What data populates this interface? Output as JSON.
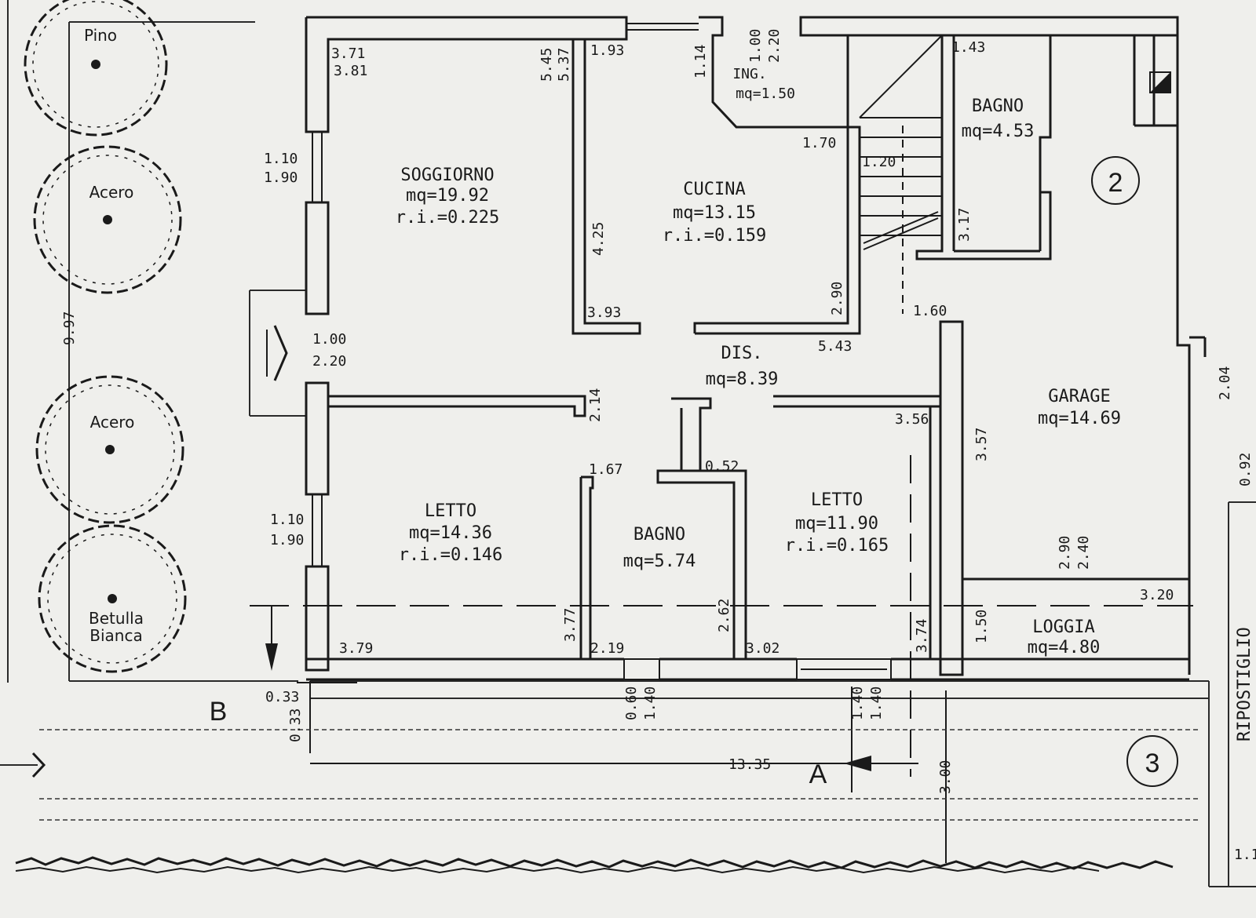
{
  "rooms": [
    {
      "id": "soggiorno",
      "name": "SOGGIORNO",
      "area": "mq=19.92",
      "ri": "r.i.=0.225"
    },
    {
      "id": "cucina",
      "name": "CUCINA",
      "area": "mq=13.15",
      "ri": "r.i.=0.159"
    },
    {
      "id": "ing",
      "name": "ING.",
      "area": "mq=1.50",
      "ri": ""
    },
    {
      "id": "bagno-upper",
      "name": "BAGNO",
      "area": "mq=4.53",
      "ri": ""
    },
    {
      "id": "dis",
      "name": "DIS.",
      "area": "mq=8.39",
      "ri": ""
    },
    {
      "id": "garage",
      "name": "GARAGE",
      "area": "mq=14.69",
      "ri": ""
    },
    {
      "id": "letto-left",
      "name": "LETTO",
      "area": "mq=14.36",
      "ri": "r.i.=0.146"
    },
    {
      "id": "bagno-lower",
      "name": "BAGNO",
      "area": "mq=5.74",
      "ri": ""
    },
    {
      "id": "letto-right",
      "name": "LETTO",
      "area": "mq=11.90",
      "ri": "r.i.=0.165"
    },
    {
      "id": "loggia",
      "name": "LOGGIA",
      "area": "mq=4.80",
      "ri": ""
    },
    {
      "id": "ripostiglio",
      "name": "RIPOSTIGLIO",
      "area": "",
      "ri": ""
    }
  ],
  "trees": [
    "Pino",
    "Acero",
    "Acero",
    "Betulla Bianca"
  ],
  "dimensions": {
    "d371": "3.71",
    "d381": "3.81",
    "d545": "5.45",
    "d537": "5.37",
    "d193": "1.93",
    "d114": "1.14",
    "d100a": "1.00",
    "d220a": "2.20",
    "d143": "1.43",
    "d170": "1.70",
    "d120": "1.20",
    "d317": "3.17",
    "d110a": "1.10",
    "d190a": "1.90",
    "d425": "4.25",
    "d393": "3.93",
    "d290a": "2.90",
    "d100b": "1.00",
    "d220b": "2.20",
    "d543": "5.43",
    "d160": "1.60",
    "d204": "2.04",
    "d214": "2.14",
    "d356": "3.56",
    "d357": "3.57",
    "d092": "0.92",
    "d167": "1.67",
    "d052": "0.52",
    "d110b": "1.10",
    "d190b": "1.90",
    "d290b": "2.90",
    "d240": "2.40",
    "d320": "3.20",
    "d377": "3.77",
    "d262": "2.62",
    "d374": "3.74",
    "d150": "1.50",
    "d379": "3.79",
    "d219": "2.19",
    "d302": "3.02",
    "d033a": "0.33",
    "d033b": "0.33",
    "d060": "0.60",
    "d140a": "1.40",
    "d140b": "1.40",
    "d140c": "1.40",
    "d1335": "13.35",
    "d300": "3.00",
    "d997": "9.97",
    "d11": "1.1"
  },
  "section_labels": {
    "a": "A",
    "b": "B"
  },
  "circle_labels": {
    "two": "2",
    "three": "3"
  }
}
